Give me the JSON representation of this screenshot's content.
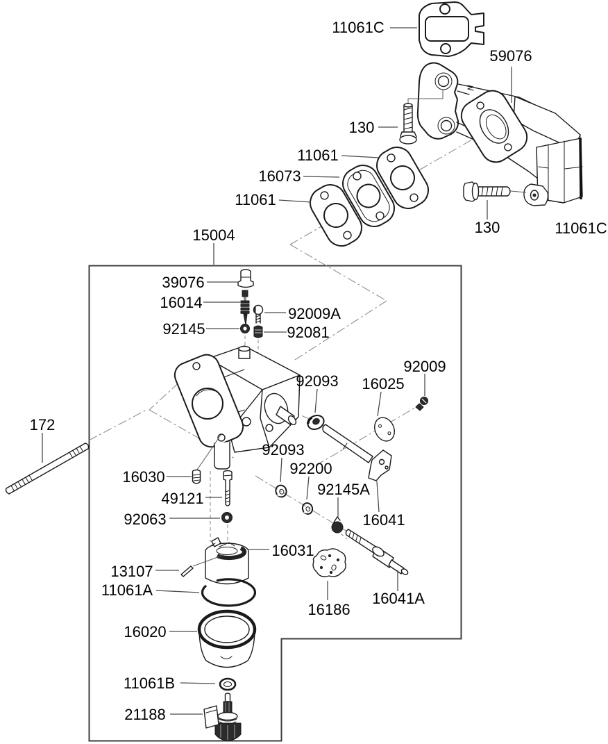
{
  "colors": {
    "background": "#ffffff",
    "line": "#1a1a1a",
    "leader": "#4a4a4a",
    "centerline": "#8f8f8f",
    "text": "#000000",
    "fill_dark": "#2b2b2b"
  },
  "diagram": {
    "type": "exploded-parts-diagram",
    "subject": "carburetor-and-intake-manifold-assembly"
  },
  "parts": {
    "gasket_top": "11061C",
    "manifold": "59076",
    "bolt_top": "130",
    "gasket_outer": "11061",
    "insulator": "16073",
    "gasket_inner": "11061",
    "bolt_side": "130",
    "stud": "11061C",
    "carburetor_assembly": "15004",
    "idle_cap": "39076",
    "needle": "16014",
    "screw_a": "92009A",
    "ring": "92145",
    "plug": "92081",
    "seal_upper": "92093",
    "throttle_valve": "16025",
    "screw": "92009",
    "rod": "172",
    "seal_lower": "92093",
    "washer": "92200",
    "jet": "16030",
    "screw_pilot": "49121",
    "clip": "92145A",
    "plug_small": "92063",
    "shaft_throttle": "16041",
    "float": "16031",
    "pin": "13107",
    "oring_large": "11061A",
    "gasket_plate": "16186",
    "shaft_choke": "16041A",
    "bowl": "16020",
    "oring_small": "11061B",
    "valve_drain": "21188"
  }
}
